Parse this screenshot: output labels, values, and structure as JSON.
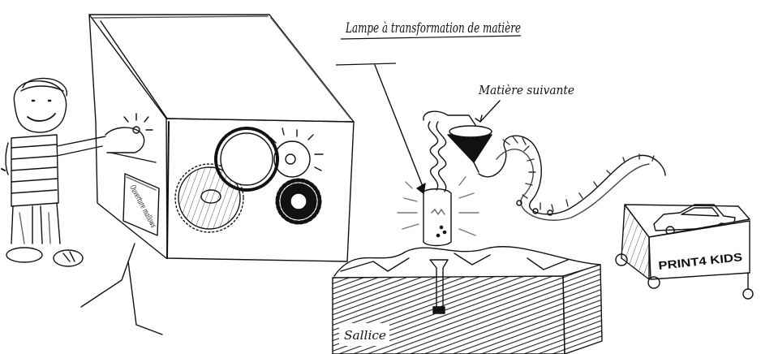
{
  "labels": {
    "pump_title": "Lampe à transformation de matière",
    "raw_material": "Matière suivante",
    "print_kids": "PRINT4 KIDS",
    "box_side": "Ouverture mallows",
    "ground": "Sallice"
  },
  "colors": {
    "ink": "#111111",
    "pencil": "#3a3a3a",
    "paper": "#ffffff"
  }
}
